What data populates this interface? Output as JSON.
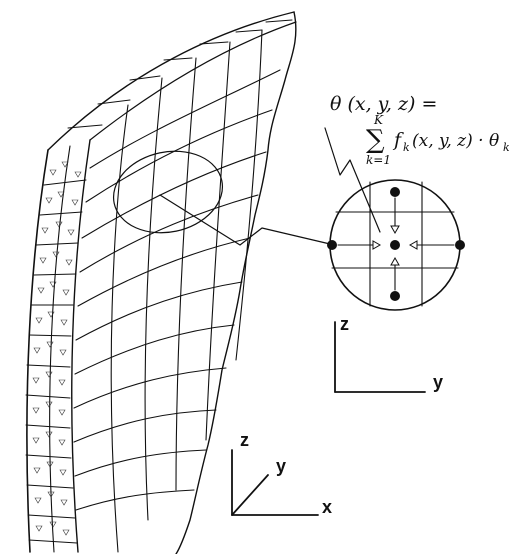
{
  "formula": {
    "lhs": "θ (x, y, z) =",
    "sum_upper": "K",
    "sum_symbol": "∑",
    "sum_lower": "k=1",
    "rhs": "f",
    "rhs_sub": "k",
    "rhs_args": "(x, y, z) · θ",
    "rhs_tail_sub": "k"
  },
  "axes_2d": {
    "vertical_label": "z",
    "horizontal_label": "y"
  },
  "axes_3d": {
    "z_label": "z",
    "y_label": "y",
    "x_label": "x"
  },
  "colors": {
    "ink": "#111111",
    "background": "#ffffff"
  }
}
